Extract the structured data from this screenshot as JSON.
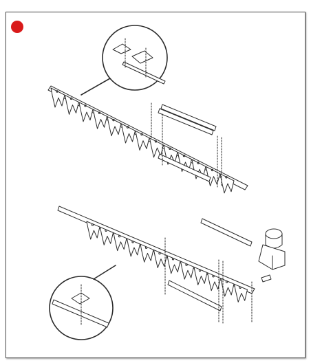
{
  "diagram": {
    "marker_color": "#d91a1a",
    "line_color": "#2b2b2b",
    "components": [
      "knife-bar-top",
      "knife-sections-top",
      "detail-callout-top",
      "wear-strip-top",
      "wear-strip-lower",
      "knife-bar-bottom",
      "knife-sections-bottom",
      "knife-head",
      "wear-strip-bottom",
      "detail-callout-bottom"
    ]
  }
}
